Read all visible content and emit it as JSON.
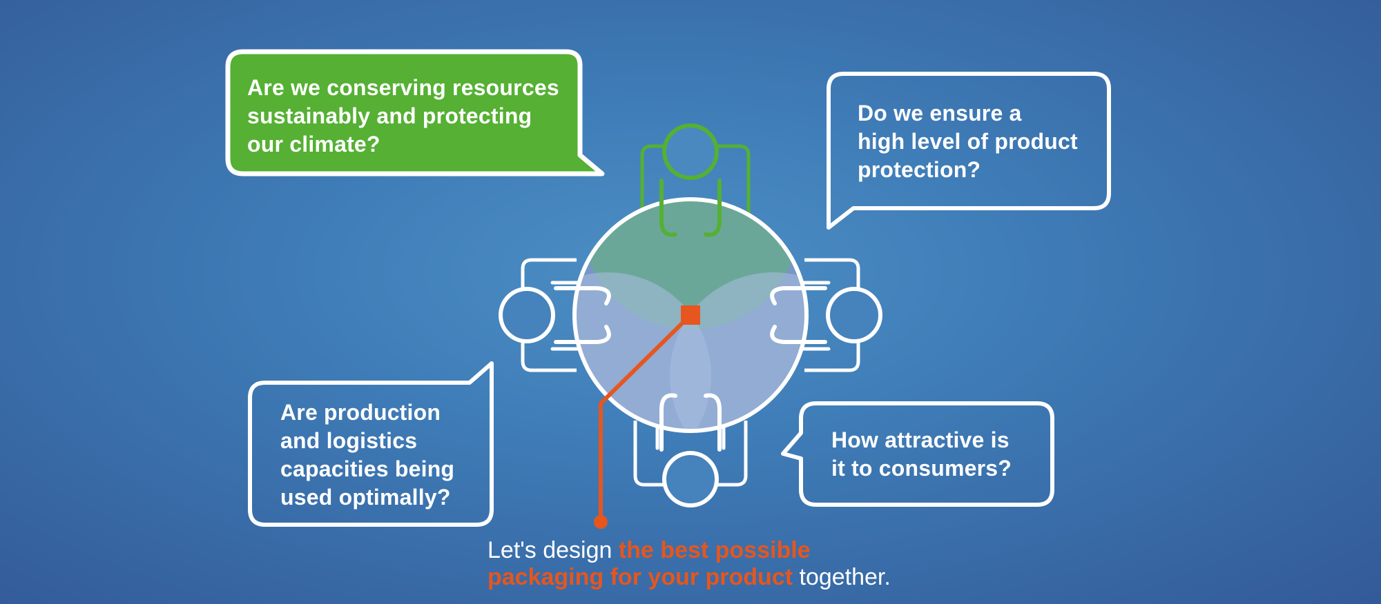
{
  "colors": {
    "green": "#55b033",
    "orange": "#e6561e",
    "white": "#ffffff",
    "table_green": "#6aa894",
    "table_light": "#a9bfe0"
  },
  "icons": {
    "people": [
      "person-top-icon",
      "person-left-icon",
      "person-right-icon",
      "person-bottom-icon"
    ],
    "center": "orange-square-marker-icon"
  },
  "questions": {
    "sustainability": {
      "lines": [
        "Are we conserving resources",
        "sustainably and protecting",
        "our climate?"
      ]
    },
    "protection": {
      "lines": [
        "Do we ensure a",
        "high level of product",
        "protection?"
      ]
    },
    "logistics": {
      "lines": [
        "Are production",
        "and logistics",
        "capacities being",
        "used optimally?"
      ]
    },
    "consumers": {
      "lines": [
        "How attractive is",
        "it to consumers?"
      ]
    }
  },
  "tagline": {
    "part1": "Let's design ",
    "highlight1": "the best possible",
    "highlight2": "packaging for your product",
    "part2": " together."
  }
}
